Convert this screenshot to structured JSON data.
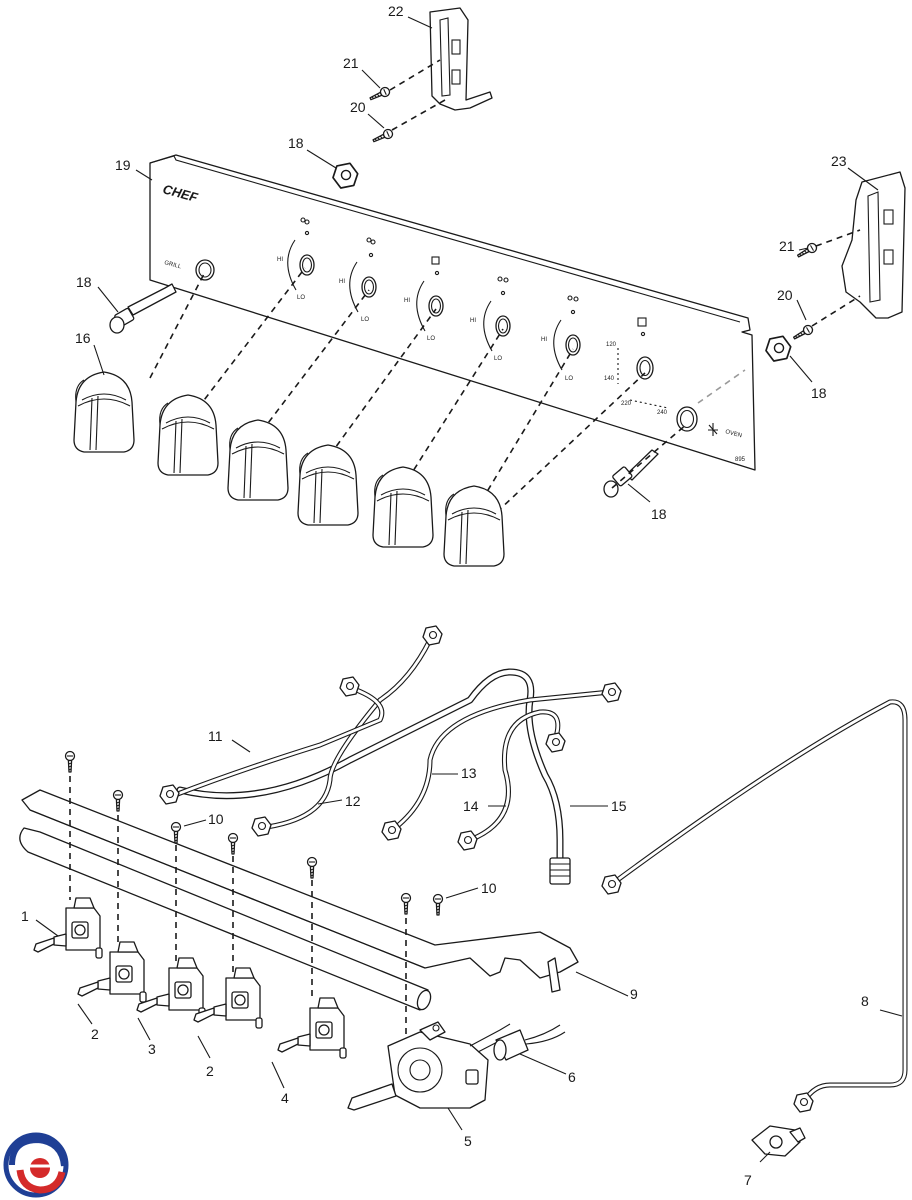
{
  "panel": {
    "brand": "CHEF",
    "grill_label": "GRILL",
    "oven_label": "OVEN",
    "hi": "HI",
    "lo": "LO",
    "temp_120": "120",
    "temp_140": "140",
    "temp_220": "220",
    "temp_240": "240",
    "code": "895"
  },
  "callouts": {
    "c1": "1",
    "c2a": "2",
    "c2b": "2",
    "c3": "3",
    "c4": "4",
    "c5": "5",
    "c6": "6",
    "c7": "7",
    "c8": "8",
    "c9": "9",
    "c10a": "10",
    "c10b": "10",
    "c11": "11",
    "c12": "12",
    "c13": "13",
    "c14": "14",
    "c15": "15",
    "c16": "16",
    "c18a": "18",
    "c18b": "18",
    "c18c": "18",
    "c18d": "18",
    "c19": "19",
    "c20a": "20",
    "c20b": "20",
    "c21a": "21",
    "c21b": "21",
    "c22": "22",
    "c23": "23"
  },
  "colors": {
    "logo_blue": "#1f3f95",
    "logo_red": "#d42a2a",
    "line": "#1a1a1a"
  }
}
